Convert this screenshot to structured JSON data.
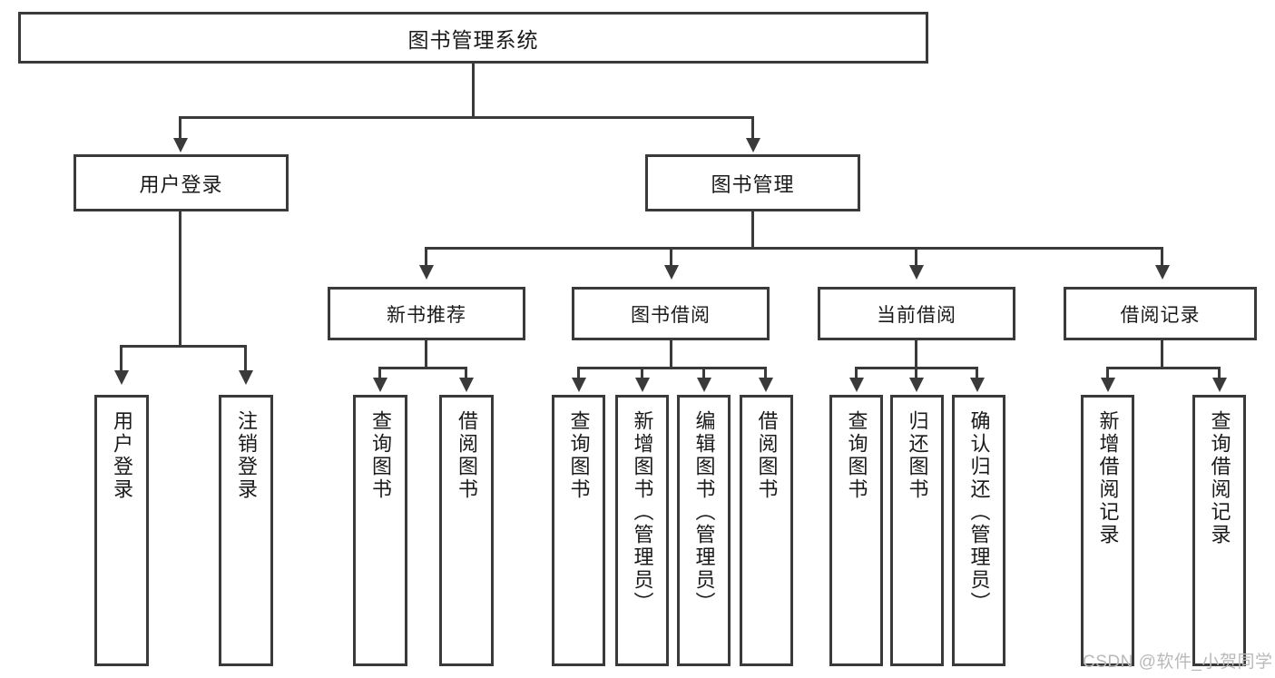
{
  "diagram": {
    "title": "图书管理系统",
    "type": "tree-hierarchy-diagram",
    "root": {
      "id": "root",
      "label": "图书管理系统"
    },
    "level1": [
      {
        "id": "user-login",
        "label": "用户登录"
      },
      {
        "id": "book-management",
        "label": "图书管理"
      }
    ],
    "level2": [
      {
        "id": "new-book-recommend",
        "label": "新书推荐",
        "parent": "book-management"
      },
      {
        "id": "book-borrow",
        "label": "图书借阅",
        "parent": "book-management"
      },
      {
        "id": "current-borrow",
        "label": "当前借阅",
        "parent": "book-management"
      },
      {
        "id": "borrow-record",
        "label": "借阅记录",
        "parent": "book-management"
      }
    ],
    "leaves": {
      "user_login": [
        {
          "id": "leaf-user-login",
          "label": "用户登录"
        },
        {
          "id": "leaf-user-logout",
          "label": "注销登录"
        }
      ],
      "new_book_recommend": [
        {
          "id": "leaf-query-book-1",
          "label": "查询图书"
        },
        {
          "id": "leaf-borrow-book-1",
          "label": "借阅图书"
        }
      ],
      "book_borrow": [
        {
          "id": "leaf-query-book-2",
          "label": "查询图书"
        },
        {
          "id": "leaf-add-book",
          "label": "新增图书（管理员）"
        },
        {
          "id": "leaf-edit-book",
          "label": "编辑图书（管理员）"
        },
        {
          "id": "leaf-borrow-book-2",
          "label": "借阅图书"
        }
      ],
      "current_borrow": [
        {
          "id": "leaf-query-book-3",
          "label": "查询图书"
        },
        {
          "id": "leaf-return-book",
          "label": "归还图书"
        },
        {
          "id": "leaf-confirm-return",
          "label": "确认归还（管理员）"
        }
      ],
      "borrow_record": [
        {
          "id": "leaf-add-record",
          "label": "新增借阅记录"
        },
        {
          "id": "leaf-query-record",
          "label": "查询借阅记录"
        }
      ]
    }
  },
  "watermark": {
    "text": "CSDN @软件_小贺同学"
  },
  "colors": {
    "stroke": "#3a3a3a",
    "text": "#1a1a1a",
    "background": "#ffffff",
    "watermark": "#b9b9b9"
  }
}
